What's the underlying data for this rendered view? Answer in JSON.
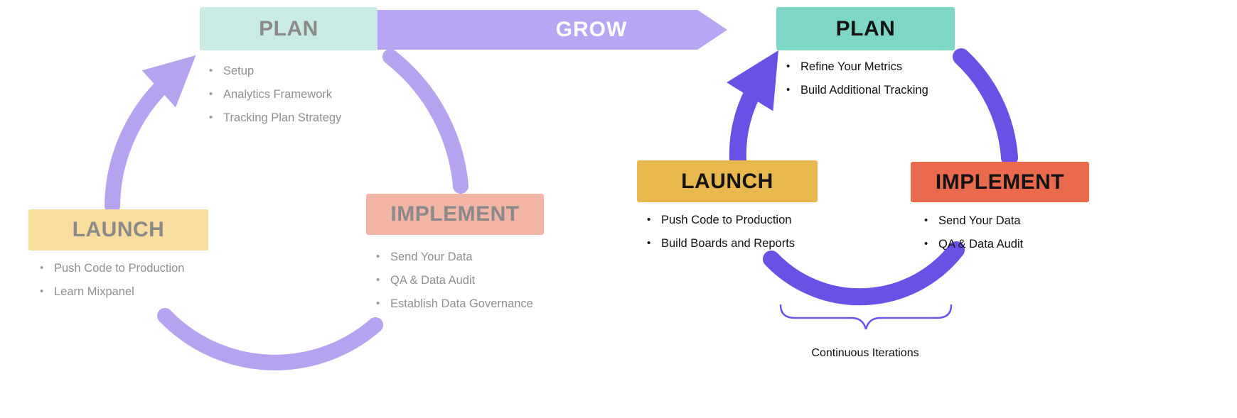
{
  "left_cycle": {
    "plan": {
      "label": "PLAN",
      "items": [
        "Setup",
        "Analytics Framework",
        "Tracking Plan Strategy"
      ]
    },
    "implement": {
      "label": "IMPLEMENT",
      "items": [
        "Send Your Data",
        "QA & Data Audit",
        "Establish Data Governance"
      ]
    },
    "launch": {
      "label": "LAUNCH",
      "items": [
        "Push Code to Production",
        "Learn Mixpanel"
      ]
    }
  },
  "grow_arrow": {
    "label": "GROW"
  },
  "right_cycle": {
    "plan": {
      "label": "PLAN",
      "items": [
        "Refine Your Metrics",
        "Build Additional Tracking"
      ]
    },
    "launch": {
      "label": "LAUNCH",
      "items": [
        "Push Code to Production",
        "Build Boards and Reports"
      ]
    },
    "implement": {
      "label": "IMPLEMENT",
      "items": [
        "Send Your Data",
        "QA & Data Audit"
      ]
    },
    "caption": "Continuous Iterations"
  },
  "colors": {
    "left_plan_bg": "#c9ebe4",
    "left_implement_bg": "#f2b4a4",
    "left_launch_bg": "#f7dd9e",
    "left_text": "#8a8a8a",
    "grow_arrow_bg": "#b6a6f3",
    "left_arc": "#b5a3f0",
    "right_plan_bg": "#7ed6c6",
    "right_launch_bg": "#e8b84e",
    "right_implement_bg": "#e96a4c",
    "right_arc": "#6b50e6",
    "brace": "#6d52f0",
    "right_text": "#111111"
  }
}
